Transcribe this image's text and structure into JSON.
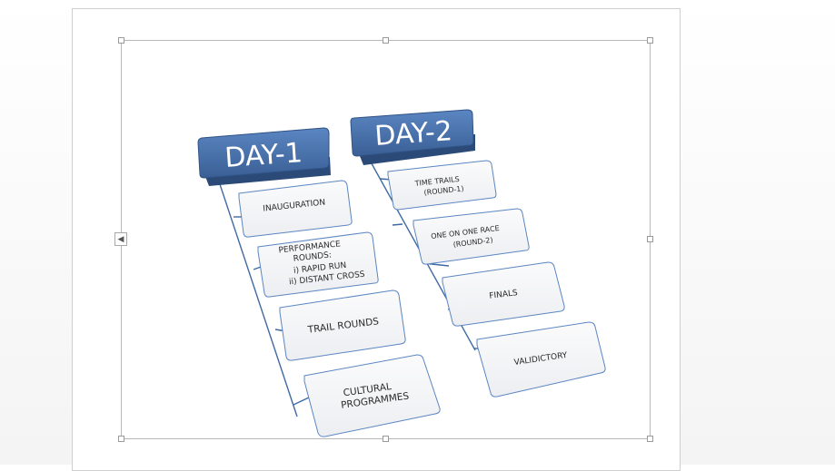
{
  "diagram": {
    "day1": {
      "title": "DAY-1",
      "items": [
        [
          "INAUGURATION"
        ],
        [
          "PERFORMANCE",
          "ROUNDS:",
          "i) RAPID RUN",
          "ii) DISTANT CROSS"
        ],
        [
          "TRAIL ROUNDS"
        ],
        [
          "CULTURAL",
          "PROGRAMMES"
        ]
      ]
    },
    "day2": {
      "title": "DAY-2",
      "items": [
        [
          "TIME TRAILS",
          "(ROUND-1)"
        ],
        [
          "ONE ON ONE RACE",
          "(ROUND-2)"
        ],
        [
          "FINALS"
        ],
        [
          "VALIDICTORY"
        ]
      ]
    }
  },
  "colors": {
    "header_top": "#5b86c2",
    "header_bottom": "#3a5f95",
    "box_fill": "#f3f4f6",
    "box_border": "#5b86c2",
    "connector": "#3f6aa3"
  },
  "ui": {
    "collapse_icon": "chevron-left-icon"
  }
}
